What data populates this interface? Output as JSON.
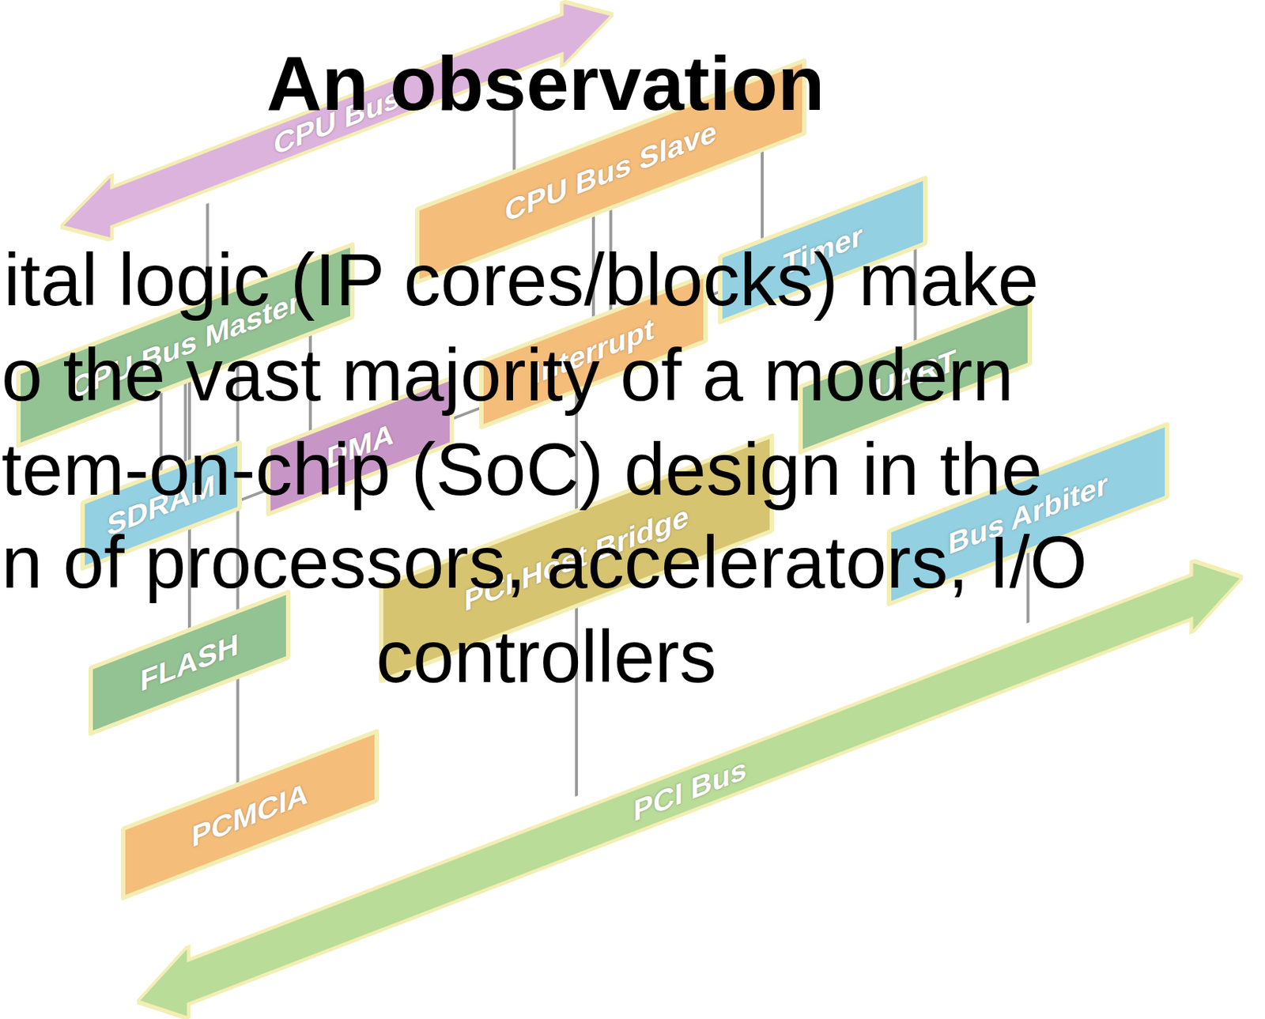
{
  "diagram": {
    "title": "An observation",
    "nodes": [
      {
        "text": [
          "CPU Bus"
        ]
      },
      {
        "text": [
          "CPU Bus Slave"
        ]
      },
      {
        "text": [
          "CPU Bus Master"
        ]
      },
      {
        "text": [
          "Timer"
        ]
      },
      {
        "text": [
          "DMA"
        ]
      },
      {
        "text": [
          "Interrupt"
        ]
      },
      {
        "text": [
          "UART"
        ]
      },
      {
        "text": [
          "SDRAM"
        ]
      },
      {
        "text": [
          "PCI Host Bridge"
        ]
      },
      {
        "text": [
          "Bus Arbiter"
        ]
      },
      {
        "text": [
          "FLASH"
        ]
      },
      {
        "text": [
          "PCMCIA"
        ]
      },
      {
        "text": [
          "PCI Bus"
        ]
      }
    ],
    "edges": [
      {
        "from": 0,
        "to": 2,
        "arrow": "none"
      },
      {
        "from": 0,
        "to": 1,
        "arrow": "none"
      },
      {
        "from": 1,
        "to": 3,
        "arrow": "none"
      },
      {
        "from": 1,
        "to": 5,
        "arrow": "none"
      },
      {
        "from": 1,
        "to": 6,
        "arrow": "none"
      },
      {
        "from": 2,
        "to": 7,
        "arrow": "none"
      },
      {
        "from": 2,
        "to": 4,
        "arrow": "none"
      },
      {
        "from": 2,
        "to": 10,
        "arrow": "none"
      },
      {
        "from": 2,
        "to": 11,
        "arrow": "none"
      },
      {
        "from": 2,
        "to": 8,
        "arrow": "none"
      },
      {
        "from": 8,
        "to": 12,
        "arrow": "none"
      },
      {
        "from": 9,
        "to": 12,
        "arrow": "none"
      }
    ],
    "labels": [
      "ital logic (IP cores/blocks) make",
      "o the vast majority of a modern",
      "tem-on-chip (SoC) design in the",
      "n of processors, accelerators, I/O",
      "controllers"
    ]
  }
}
